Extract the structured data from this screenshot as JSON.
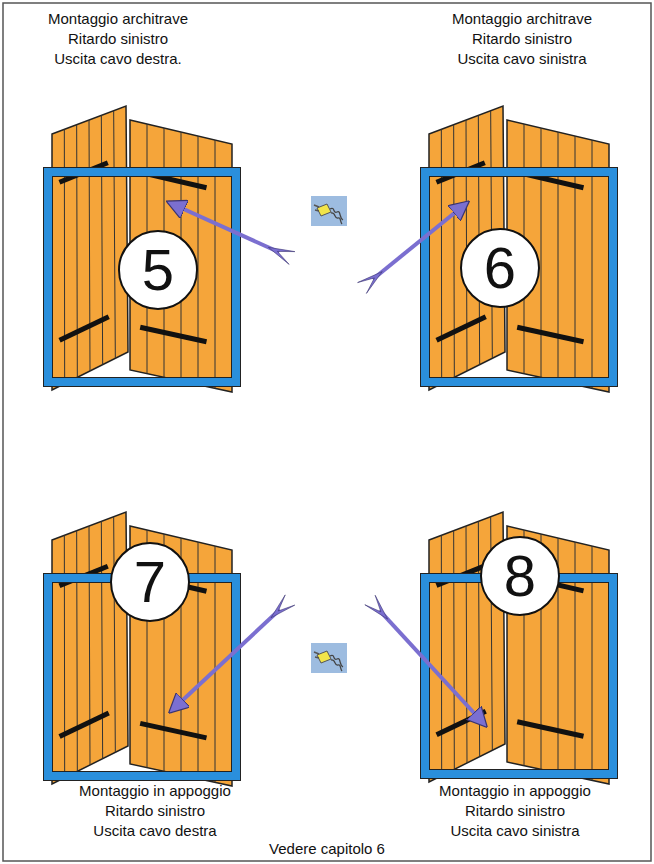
{
  "diagram": {
    "nodes": [
      {
        "text": [
          "5"
        ]
      },
      {
        "text": [
          "6"
        ]
      },
      {
        "text": [
          "7"
        ]
      },
      {
        "text": [
          "8"
        ]
      }
    ],
    "labels": [
      "Montaggio architrave",
      "Ritardo sinistro",
      "Uscita cavo destra.",
      "Montaggio architrave",
      "Ritardo sinistro",
      "Uscita cavo sinistra",
      "Montaggio in appoggio",
      "Ritardo sinistro",
      "Uscita cavo destra",
      "Montaggio in appoggio",
      "Ritardo sinistro",
      "Uscita cavo sinistra",
      "Vedere capitolo 6"
    ]
  }
}
